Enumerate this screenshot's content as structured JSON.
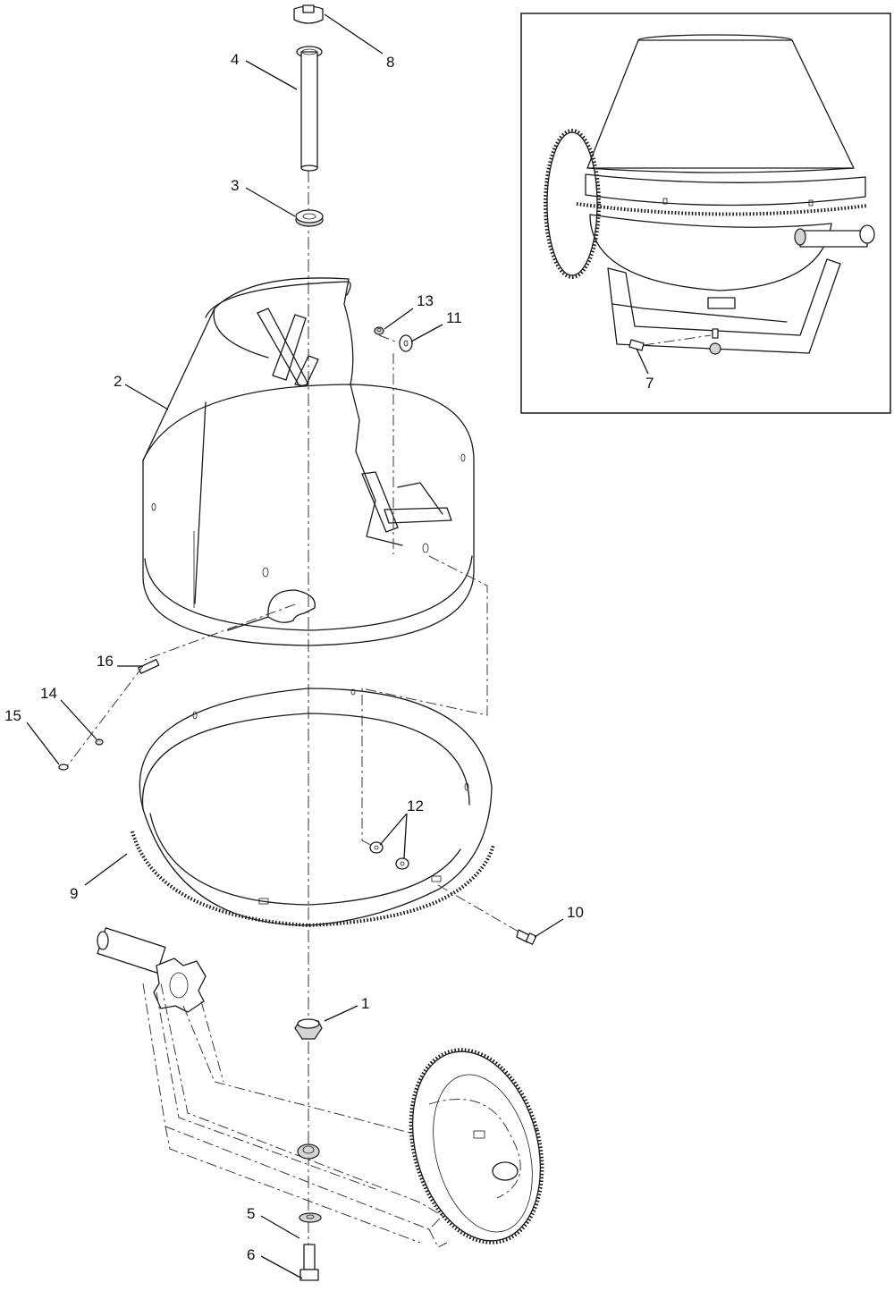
{
  "callouts": [
    {
      "id": "c1",
      "label": "1"
    },
    {
      "id": "c2",
      "label": "2"
    },
    {
      "id": "c3",
      "label": "3"
    },
    {
      "id": "c4",
      "label": "4"
    },
    {
      "id": "c5",
      "label": "5"
    },
    {
      "id": "c6",
      "label": "6"
    },
    {
      "id": "c7",
      "label": "7"
    },
    {
      "id": "c8",
      "label": "8"
    },
    {
      "id": "c9",
      "label": "9"
    },
    {
      "id": "c10",
      "label": "10"
    },
    {
      "id": "c11",
      "label": "11"
    },
    {
      "id": "c12",
      "label": "12"
    },
    {
      "id": "c13",
      "label": "13"
    },
    {
      "id": "c14",
      "label": "14"
    },
    {
      "id": "c15",
      "label": "15"
    },
    {
      "id": "c16",
      "label": "16"
    }
  ],
  "colors": {
    "line": "#1a1a1a",
    "background": "#ffffff",
    "shade": "#d4d4d4"
  }
}
